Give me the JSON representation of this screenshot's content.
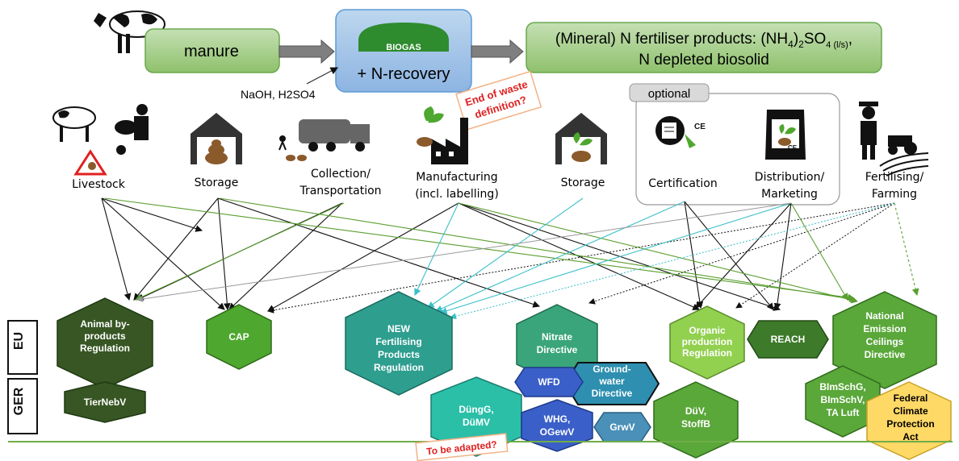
{
  "process": {
    "manure_label": "manure",
    "biogas_badge": "BIOGAS",
    "recovery_label": "+ N-recovery",
    "chemicals_label": "NaOH, H2SO4",
    "product_line1_pre": "(Mineral) N fertiliser products: (NH",
    "product_sub4": "4",
    "product_mid": ")",
    "product_sub2": "2",
    "product_so": "SO",
    "product_sub4b": "4 (l/s)",
    "product_comma": ",",
    "product_line2": "N depleted biosolid"
  },
  "end_of_waste": [
    "End of waste",
    "definition?"
  ],
  "optional_label": "optional",
  "actors": {
    "livestock": "Livestock",
    "storage1": "Storage",
    "collection": [
      "Collection/",
      "Transportation"
    ],
    "manufacturing": [
      "Manufacturing",
      "(incl. labelling)"
    ],
    "storage2": "Storage",
    "certification": "Certification",
    "distribution": [
      "Distribution/",
      "Marketing"
    ],
    "fertilising": [
      "Fertilising/",
      "Farming"
    ]
  },
  "levels": {
    "eu": "EU",
    "ger": "GER"
  },
  "regulations": {
    "abp": [
      "Animal by-",
      "products",
      "Regulation"
    ],
    "cap": "CAP",
    "nfpr": [
      "NEW",
      "Fertilising",
      "Products",
      "Regulation"
    ],
    "nitrate": [
      "Nitrate",
      "Directive"
    ],
    "organic": [
      "Organic",
      "production",
      "Regulation"
    ],
    "reach": "REACH",
    "necd": [
      "National",
      "Emission",
      "Ceilings",
      "Directive"
    ],
    "tiernebv": "TierNebV",
    "wfd": "WFD",
    "gwd": [
      "Ground-",
      "water",
      "Directive"
    ],
    "dueng": [
      "DüngG,",
      "DüMV"
    ],
    "whg": [
      "WHG,",
      "OGewV"
    ],
    "grwv": "GrwV",
    "duev": [
      "DüV,",
      "StoffB"
    ],
    "bimsch": [
      "BImSchG,",
      "BImSchV,",
      "TA Luft"
    ],
    "fcpa": [
      "Federal",
      "Climate",
      "Protection",
      "Act"
    ]
  },
  "to_be_adapted": "To be adapted?",
  "colors": {
    "green_box": "#a8d08d",
    "blue_box": "#9dc3e6",
    "dark_green": "#375623",
    "mid_green": "#4ea72e",
    "teal": "#2e9e8f",
    "light_green": "#92d050",
    "navy": "#3a5fc8",
    "steel": "#4a90b8",
    "yellow": "#ffd966"
  }
}
